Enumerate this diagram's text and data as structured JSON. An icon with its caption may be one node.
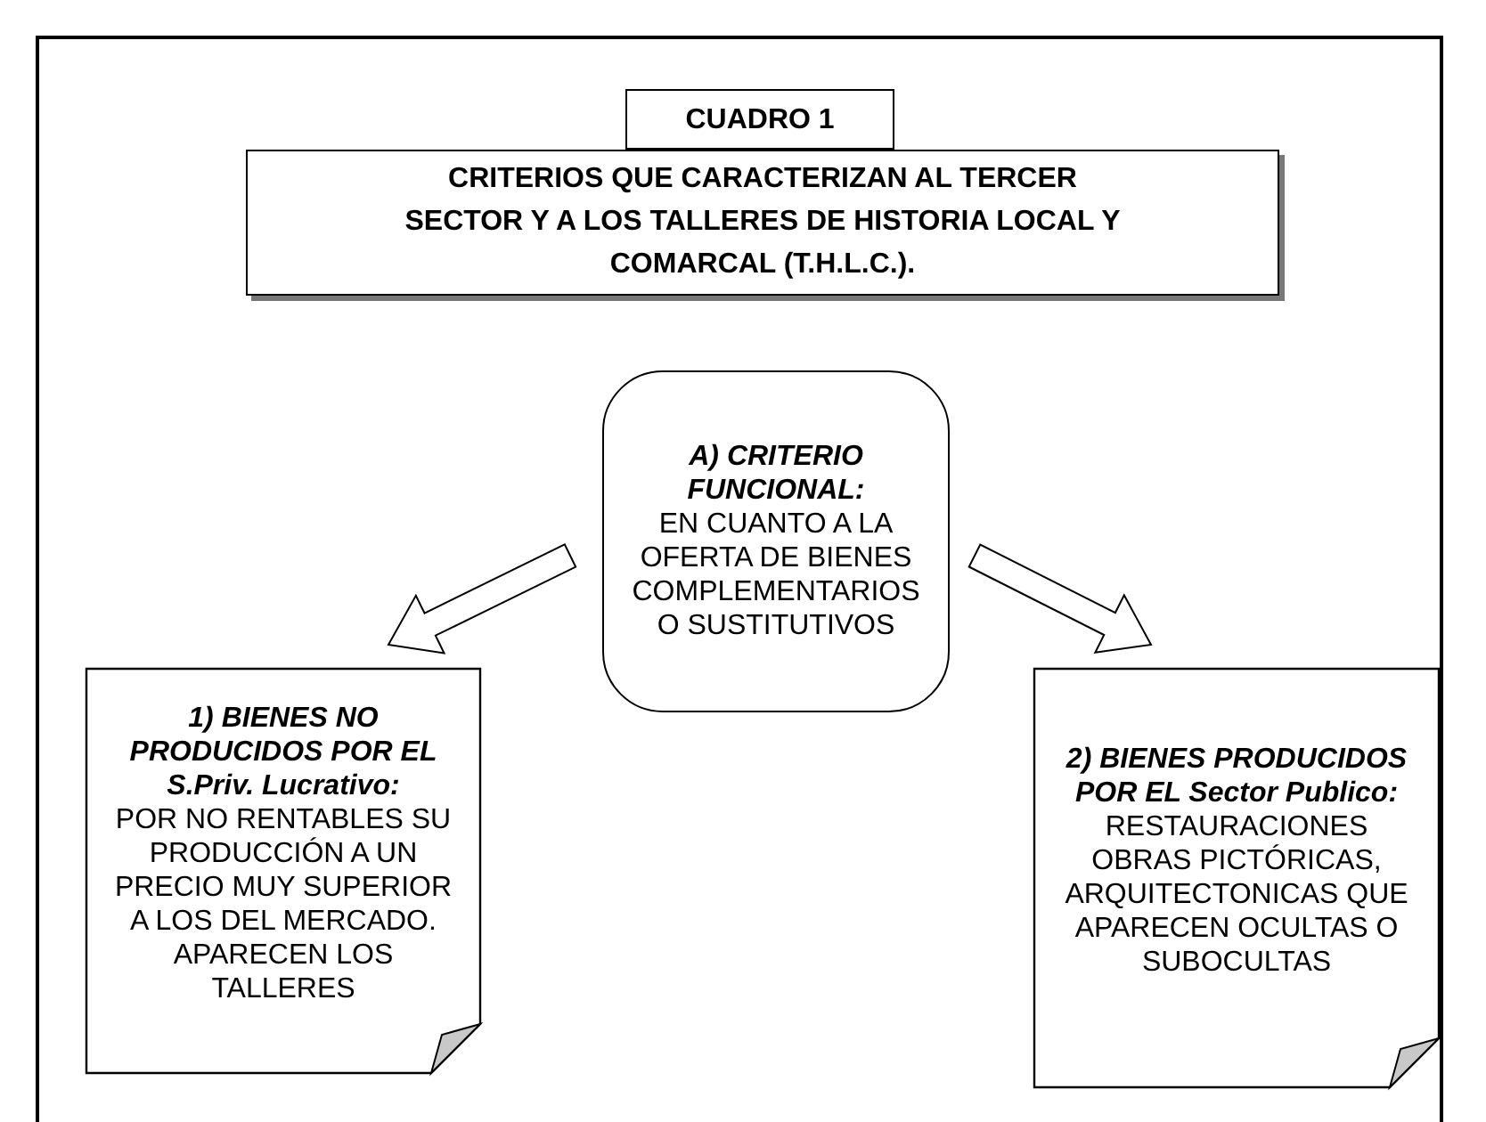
{
  "diagram": {
    "nodes": [
      {
        "text": [
          "CUADRO 1"
        ]
      },
      {
        "text": [
          "CRITERIOS QUE CARACTERIZAN AL TERCER SECTOR Y A LOS TALLERES DE HISTORIA LOCAL Y COMARCAL (T.H.L.C.)."
        ]
      },
      {
        "text": [
          "A) CRITERIO FUNCIONAL:",
          "EN CUANTO A LA OFERTA DE BIENES COMPLEMENTARIOS O SUSTITUTIVOS"
        ]
      },
      {
        "text": [
          "1) BIENES NO PRODUCIDOS POR EL S.Priv. Lucrativo:",
          "POR NO RENTABLES SU PRODUCCIÓN A UN PRECIO MUY SUPERIOR A LOS DEL MERCADO. APARECEN LOS TALLERES"
        ]
      },
      {
        "text": [
          "2) BIENES PRODUCIDOS POR EL Sector Publico:",
          "RESTAURACIONES OBRAS PICTÓRICAS, ARQUITECTONICAS QUE APARECEN OCULTAS O SUBOCULTAS"
        ]
      }
    ],
    "edges": [
      {
        "from": 2,
        "to": 3,
        "arrow": "to"
      },
      {
        "from": 2,
        "to": 4,
        "arrow": "to"
      }
    ]
  }
}
